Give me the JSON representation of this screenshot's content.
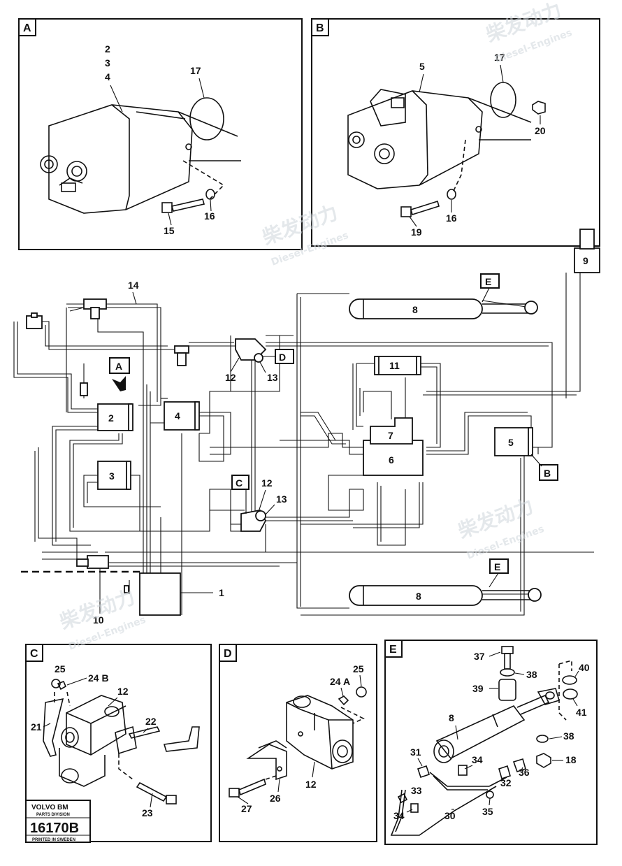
{
  "panels": {
    "A": {
      "tag": "A",
      "labels": {
        "l234": [
          "2",
          "3",
          "4"
        ],
        "l17": "17",
        "l15": "15",
        "l16": "16"
      }
    },
    "B": {
      "tag": "B",
      "labels": {
        "l5": "5",
        "l17": "17",
        "l20": "20",
        "l19": "19",
        "l16": "16"
      }
    },
    "C": {
      "tag": "C",
      "labels": {
        "l25": "25",
        "l24b": "24 B",
        "l12": "12",
        "l21": "21",
        "l22": "22",
        "l23": "23"
      }
    },
    "D": {
      "tag": "D",
      "labels": {
        "l25": "25",
        "l24a": "24 A",
        "l27": "27",
        "l26": "26",
        "l12": "12"
      }
    },
    "E": {
      "tag": "E",
      "labels": {
        "l37": "37",
        "l38a": "38",
        "l39": "39",
        "l40": "40",
        "l41": "41",
        "l8": "8",
        "l38b": "38",
        "l18": "18",
        "l31": "31",
        "l34a": "34",
        "l36": "36",
        "l33": "33",
        "l32": "32",
        "l34b": "34",
        "l30": "30",
        "l35": "35"
      }
    }
  },
  "schematic": {
    "blocks": {
      "b1": "",
      "b2": "2",
      "b3": "3",
      "b4": "4",
      "b5": "5",
      "b6": "6",
      "b7": "7",
      "b8a": "8",
      "b8b": "8",
      "b9": "9",
      "b11": "11"
    },
    "callouts": {
      "c14": "14",
      "c12a": "12",
      "c13a": "13",
      "c12b": "12",
      "c13b": "13",
      "c10": "10",
      "c1": "1"
    },
    "refs": {
      "rA": "A",
      "rB": "B",
      "rC": "C",
      "rD": "D",
      "rE1": "E",
      "rE2": "E"
    }
  },
  "stamp": {
    "brand": "VOLVO BM",
    "division": "PARTS DIVISION",
    "number": "16170B",
    "printed": "PRINTED IN SWEDEN"
  },
  "watermark": {
    "cn": "柴发动力",
    "en": "Diesel-Engines"
  }
}
